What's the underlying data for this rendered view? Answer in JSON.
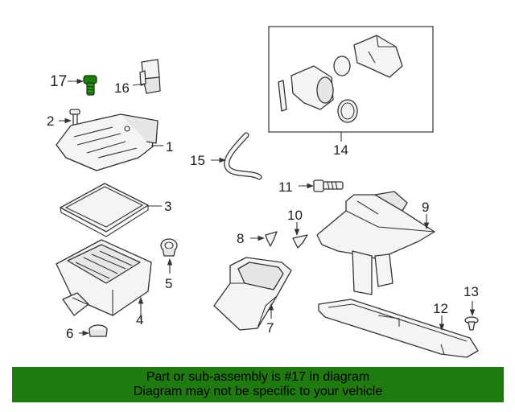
{
  "callouts": {
    "c1": "1",
    "c2": "2",
    "c3": "3",
    "c4": "4",
    "c5": "5",
    "c6": "6",
    "c7": "7",
    "c8": "8",
    "c9": "9",
    "c10": "10",
    "c11": "11",
    "c12": "12",
    "c13": "13",
    "c14": "14",
    "c15": "15",
    "c16": "16",
    "c17": "17"
  },
  "highlight_color": "#1f7a10",
  "footer": {
    "line1": "Part or sub-assembly is #17 in diagram",
    "line2": "Diagram may not be specific to your vehicle"
  }
}
